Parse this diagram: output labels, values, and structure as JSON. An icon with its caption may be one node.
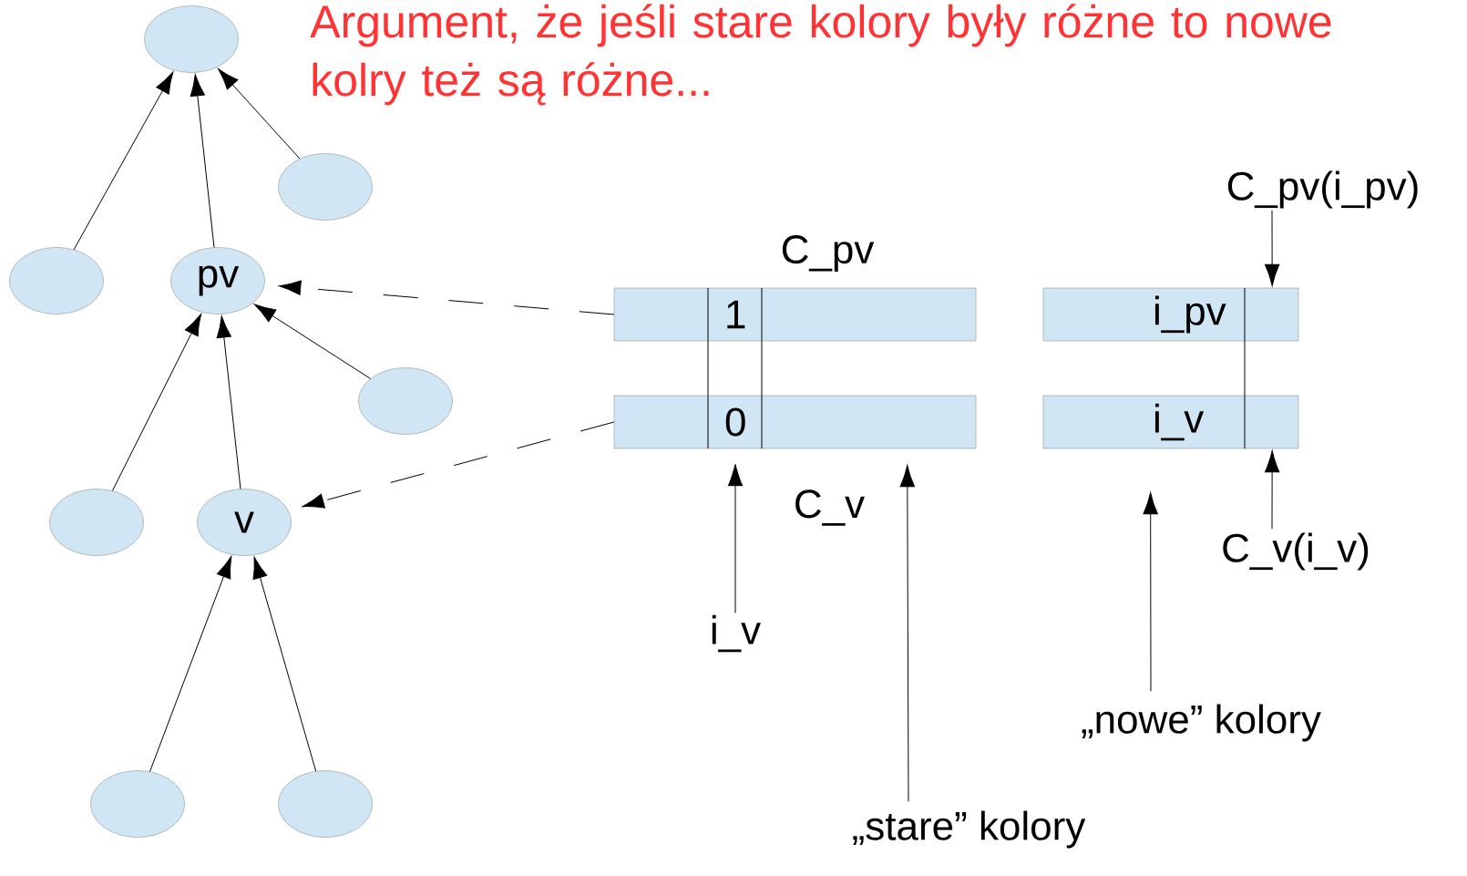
{
  "diagram": {
    "title": "Argument, że jeśli stare kolory były różne to nowe kolry też są różne...",
    "nodes": [
      {
        "text": [],
        "shape": "ellipse"
      },
      {
        "text": [],
        "shape": "ellipse"
      },
      {
        "text": [],
        "shape": "ellipse"
      },
      {
        "text": [
          "pv"
        ]
      },
      {
        "text": [],
        "shape": "ellipse"
      },
      {
        "text": [],
        "shape": "ellipse"
      },
      {
        "text": [
          "v"
        ]
      },
      {
        "text": [],
        "shape": "ellipse"
      },
      {
        "text": [],
        "shape": "ellipse"
      },
      {
        "text": [
          "1"
        ],
        "beside": [
          "C_pv"
        ]
      },
      {
        "text": [
          "0"
        ],
        "beside": [
          "C_v"
        ]
      },
      {
        "text": [
          "i_pv"
        ]
      },
      {
        "text": [
          "i_v"
        ]
      },
      {
        "text": [
          "i_v"
        ]
      },
      {
        "text": [
          "„stare” kolory"
        ]
      },
      {
        "text": [
          "„nowe” kolory"
        ]
      },
      {
        "text": [
          "C_pv(i_pv)"
        ]
      },
      {
        "text": [
          "C_v(i_v)"
        ]
      }
    ],
    "edges": [
      {
        "from": 2,
        "to": 0,
        "arrow": "to"
      },
      {
        "from": 3,
        "to": 0,
        "arrow": "to"
      },
      {
        "from": 1,
        "to": 0,
        "arrow": "to"
      },
      {
        "from": 5,
        "to": 3,
        "arrow": "to"
      },
      {
        "from": 6,
        "to": 3,
        "arrow": "to"
      },
      {
        "from": 4,
        "to": 3,
        "arrow": "to"
      },
      {
        "from": 7,
        "to": 6,
        "arrow": "to"
      },
      {
        "from": 8,
        "to": 6,
        "arrow": "to"
      },
      {
        "from": 9,
        "to": 3,
        "arrow": "to",
        "style": "dashed"
      },
      {
        "from": 10,
        "to": 6,
        "arrow": "to",
        "style": "dashed"
      },
      {
        "from": 13,
        "to": 10,
        "arrow": "to"
      },
      {
        "from": 14,
        "to": 10,
        "arrow": "to"
      },
      {
        "from": 15,
        "to": 12,
        "arrow": "to"
      },
      {
        "from": 16,
        "to": 11,
        "arrow": "to"
      },
      {
        "from": 17,
        "to": 12,
        "arrow": "to"
      }
    ]
  }
}
